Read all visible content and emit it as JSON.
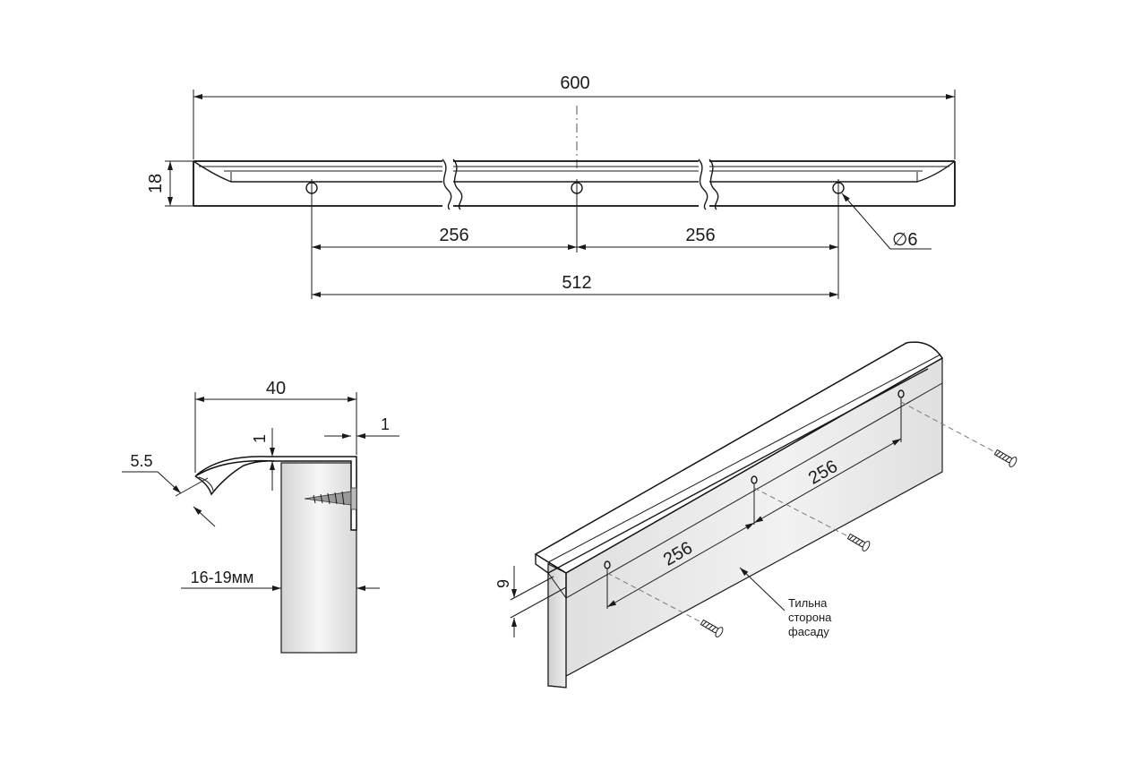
{
  "front_view": {
    "overall_length": "600",
    "height": "18",
    "spacing_left": "256",
    "spacing_right": "256",
    "spacing_total": "512",
    "hole_diameter": "∅6"
  },
  "section_view": {
    "depth": "40",
    "lip_thickness": "1",
    "back_thickness": "1",
    "curve_size": "5.5",
    "panel_thickness": "16-19мм"
  },
  "iso_view": {
    "offset": "9",
    "spacing_1": "256",
    "spacing_2": "256",
    "note_line_1": "Тильна",
    "note_line_2": "сторона",
    "note_line_3": "фасаду"
  },
  "colors": {
    "line": "#1a1a1a",
    "panel_shade_light": "#f4f4f4",
    "panel_shade_dark": "#dcdcdc"
  }
}
